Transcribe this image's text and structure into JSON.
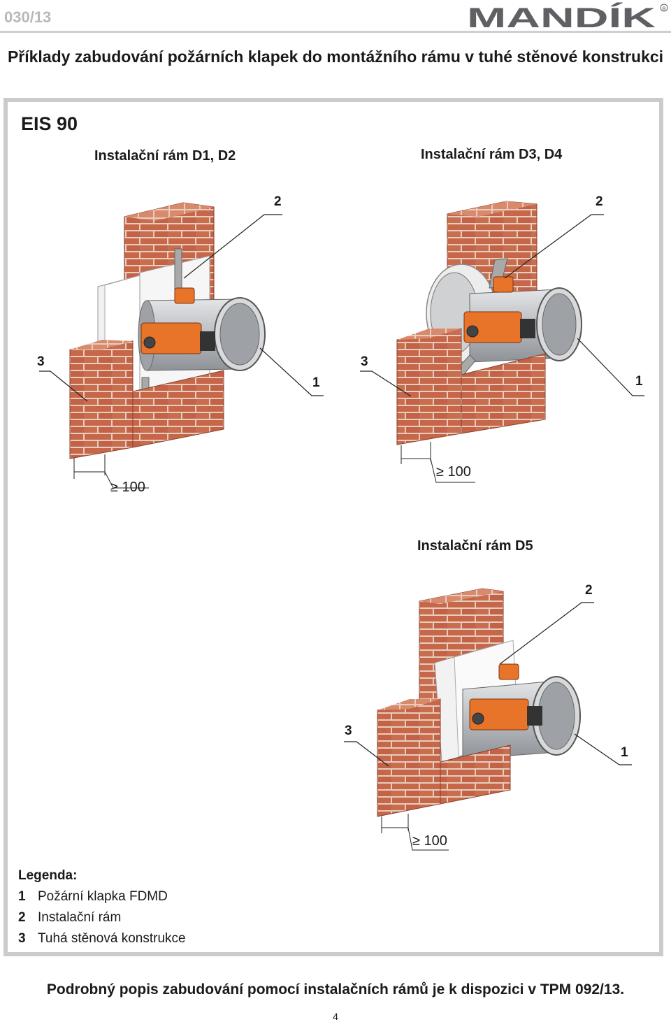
{
  "header": {
    "doc_code": "030/13",
    "logo": "MANDÍK",
    "registered_mark": "®"
  },
  "title": "Příklady zabudování požárních klapek do montážního rámu v tuhé stěnové konstrukci",
  "section": {
    "class_label": "EIS 90"
  },
  "panels": [
    {
      "title": "Instalační rám D1, D2",
      "callouts": [
        "2",
        "3",
        "1"
      ],
      "dimension": "≥ 100"
    },
    {
      "title": "Instalační rám D3, D4",
      "callouts": [
        "2",
        "3",
        "1"
      ],
      "dimension": "≥ 100"
    },
    {
      "title": "Instalační rám D5",
      "callouts": [
        "2",
        "3",
        "1"
      ],
      "dimension": "≥ 100"
    }
  ],
  "legend": {
    "heading": "Legenda:",
    "items": [
      {
        "num": "1",
        "text": "Požární klapka FDMD"
      },
      {
        "num": "2",
        "text": "Instalační rám"
      },
      {
        "num": "3",
        "text": "Tuhá stěnová konstrukce"
      }
    ]
  },
  "footer_note": "Podrobný popis zabudování pomocí instalačních rámů je  k dispozici v TPM 092/13.",
  "page_number": "4",
  "colors": {
    "brick": "#c7674a",
    "brick_light": "#d98a6c",
    "mortar": "#e6cdbd",
    "actuator": "#e8742a",
    "damper": "#b9bcc0",
    "frame_border": "#cbcbcb",
    "logo": "#5f6063"
  }
}
